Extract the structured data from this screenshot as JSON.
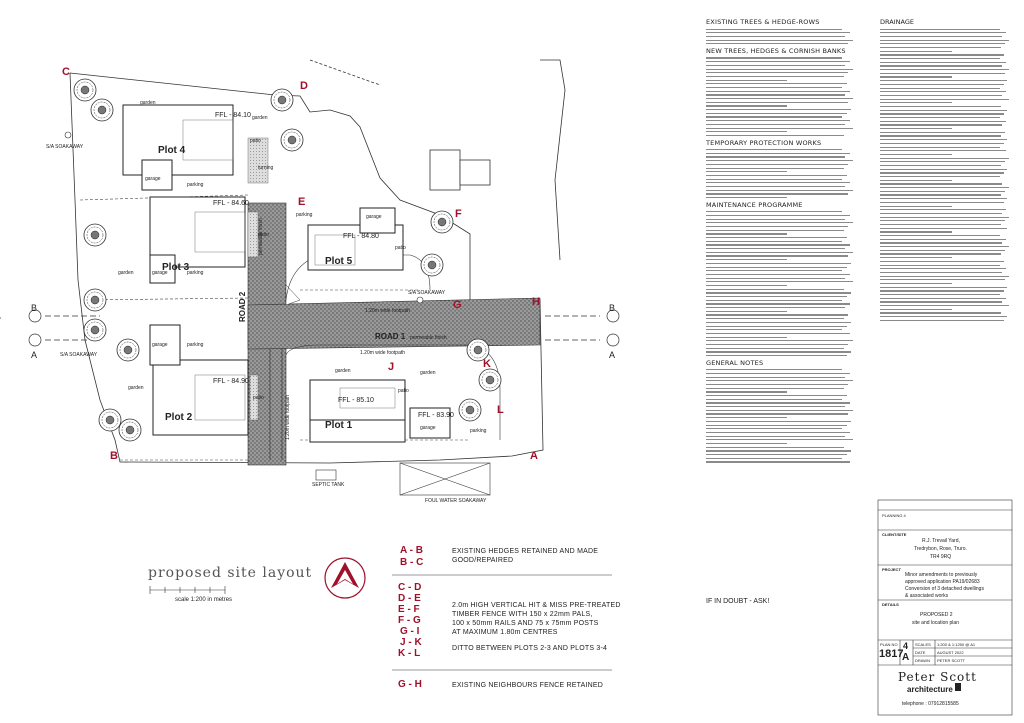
{
  "plan": {
    "plots": [
      "Plot 4",
      "Plot 3",
      "Plot 5",
      "Plot 2",
      "Plot 1"
    ],
    "ffl": [
      "FFL - 84.10",
      "FFL - 84.60",
      "FFL - 84.80",
      "FFL - 84.90",
      "FFL - 85.10",
      "FFL - 83.90"
    ],
    "roads": [
      "ROAD 2",
      "ROAD 1"
    ],
    "road_sub": [
      "permeable finish",
      "permeable finish"
    ],
    "footpaths": [
      "1.20m wide footpath",
      "1.20m wide footpath",
      "1.20m wide footpath"
    ],
    "point_letters": [
      "C",
      "D",
      "E",
      "F",
      "G",
      "H",
      "J",
      "K",
      "L",
      "A",
      "B"
    ],
    "section_letters": [
      "B",
      "B",
      "A",
      "A"
    ],
    "words": {
      "garden": "garden",
      "garage": "garage",
      "parking": "parking",
      "turning": "turning",
      "patio": "patio",
      "sa_soakaway": "S/A  SOAKAWAY",
      "septic_tank": "SEPTIC TANK",
      "foul_soakaway": "FOUL WATER SOAKAWAY"
    }
  },
  "layout_title": {
    "title": "proposed site layout",
    "scale": "scale 1:200 in metres"
  },
  "key": [
    {
      "pairs": [
        "A - B",
        "B - C"
      ],
      "text": [
        "EXISTING HEDGES RETAINED AND MADE",
        "GOOD/REPAIRED"
      ]
    },
    {
      "pairs": [
        "C - D",
        "D - E",
        "E - F",
        "F - G",
        "G - I",
        "J - K",
        "K - L"
      ],
      "text": [
        "2.0m HIGH VERTICAL HIT & MISS PRE-TREATED",
        "TIMBER FENCE WITH 150 x 22mm PALS,",
        "100 x 50mm RAILS AND 75 x 75mm POSTS",
        "AT MAXIMUM 1.80m CENTRES",
        "",
        "DITTO BETWEEN PLOTS 2-3 AND PLOTS 3-4"
      ]
    },
    {
      "pairs": [
        "G - H"
      ],
      "text": [
        "EXISTING NEIGHBOURS FENCE RETAINED"
      ]
    }
  ],
  "notes_col1": [
    {
      "heading": "EXISTING TREES & HEDGE-ROWS",
      "lines": 5
    },
    {
      "heading": "NEW TREES, HEDGES & CORNISH BANKS",
      "lines": 22
    },
    {
      "heading": "TEMPORARY PROTECTION WORKS",
      "lines": 14
    },
    {
      "heading": "MAINTENANCE PROGRAMME",
      "lines": 40
    },
    {
      "heading": "GENERAL NOTES",
      "lines": 26
    }
  ],
  "if_in_doubt": "IF IN DOUBT - ASK!",
  "notes_col2": [
    {
      "heading": "DRAINAGE",
      "lines": 80
    }
  ],
  "title_block": {
    "client_label": "CLIENT/SITE",
    "site": [
      "R.J. Trevail Yard,",
      "Tredrybon, Rose, Truro.",
      "TR4 9RQ"
    ],
    "project_label": "PROJECT",
    "project": [
      "Minor amendments to previously",
      "approved application PA19/02683",
      "Conversion of 3 detached dwellings",
      "& associated works"
    ],
    "details_label": "DETAILS",
    "details": [
      "PROPOSED 2",
      "site and location plan"
    ],
    "planning": "PLANNING 4",
    "plan_no_label": "PLAN NO",
    "plan_no": "1817",
    "rev1": "4",
    "rev2": "A",
    "scales": "SCALES",
    "scales_val": "1:200 & 1:1250 @ A1",
    "date": "DATE",
    "date_val": "AUGUST 2022",
    "drawn": "DRAWN",
    "drawn_val": "PETER SCOTT",
    "firm": "Peter Scott",
    "firm_sub": "architecture",
    "telephone": "telephone : 07912815585"
  },
  "colors": {
    "accent": "#a0102a",
    "line": "#333333"
  }
}
